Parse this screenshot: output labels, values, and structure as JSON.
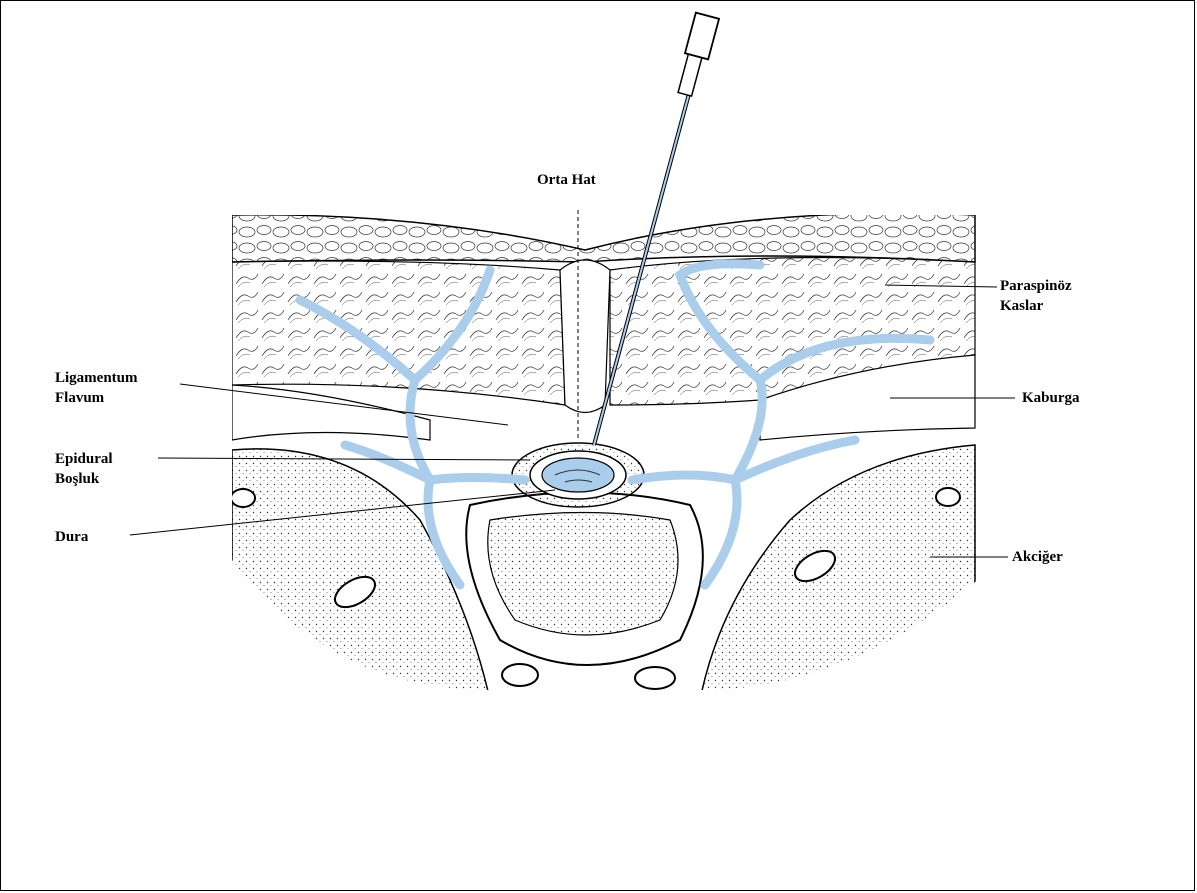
{
  "labels": {
    "midline": "Orta Hat",
    "paraspinous_line1": "Paraspinöz",
    "paraspinous_line2": "Kaslar",
    "rib": "Kaburga",
    "lung": "Akciğer",
    "ligamentum_line1": "Ligamentum",
    "ligamentum_line2": "Flavum",
    "epidural_line1": "Epidural",
    "epidural_line2": "Boşluk",
    "dura": "Dura"
  },
  "colors": {
    "nerve_blue": "#a9cdea",
    "line": "#000000",
    "background": "#ffffff"
  },
  "icons": [
    "epidural-needle-icon"
  ]
}
